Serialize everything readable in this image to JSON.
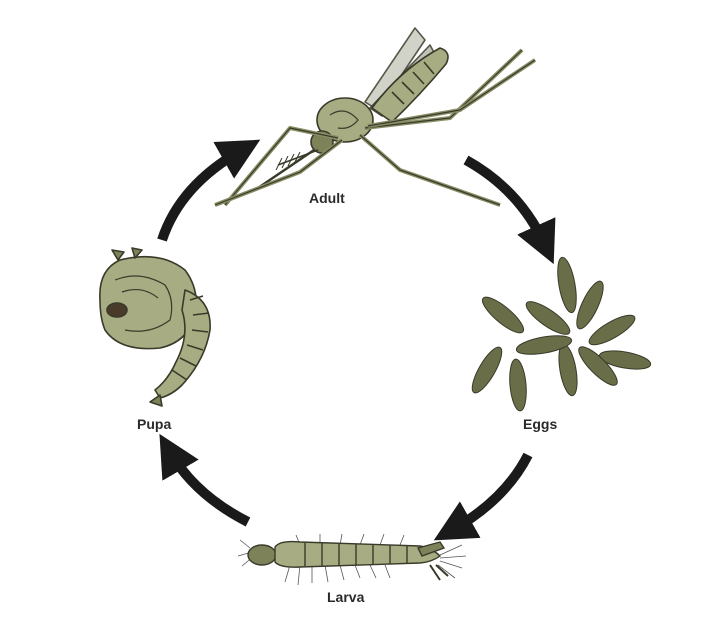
{
  "diagram": {
    "stages": [
      {
        "id": "adult",
        "label": "Adult"
      },
      {
        "id": "eggs",
        "label": "Eggs"
      },
      {
        "id": "larva",
        "label": "Larva"
      },
      {
        "id": "pupa",
        "label": "Pupa"
      }
    ],
    "cycle_order": [
      "adult",
      "eggs",
      "larva",
      "pupa",
      "adult"
    ],
    "colors": {
      "arrow": "#1a1a1a",
      "body": "#a7ac82",
      "body_dark": "#7d8258",
      "outline": "#3a3a2a",
      "egg": "#6a6e48",
      "label": "#2a2a2a"
    }
  }
}
